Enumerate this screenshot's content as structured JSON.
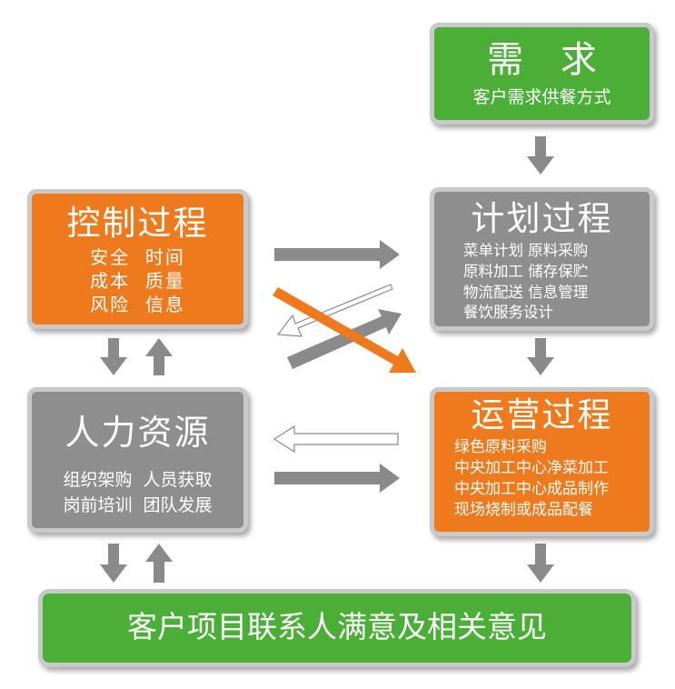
{
  "colors": {
    "green": "#4aae37",
    "orange": "#ef7a1d",
    "gray": "#8e8e8e",
    "border": "#c9c9c9",
    "arrow": "#8a8a8a"
  },
  "demand": {
    "title": "需 求",
    "lines": [
      "客户需求供餐方式"
    ]
  },
  "control": {
    "title": "控制过程",
    "lines": [
      "安全  时间",
      "成本  质量",
      "风险  信息"
    ]
  },
  "plan": {
    "title": "计划过程",
    "lines": [
      "菜单计划 原料采购",
      "原料加工 储存保贮",
      "物流配送 信息管理",
      "餐饮服务设计"
    ]
  },
  "hr": {
    "title": "人力资源",
    "lines": [
      "组织架购  人员获取",
      "岗前培训  团队发展"
    ]
  },
  "ops": {
    "title": "运营过程",
    "lines": [
      "绿色原料采购",
      "中央加工中心净菜加工",
      "中央加工中心成品制作",
      "现场烧制或成品配餐"
    ]
  },
  "footer": {
    "title": "客户项目联系人满意及相关意见"
  }
}
